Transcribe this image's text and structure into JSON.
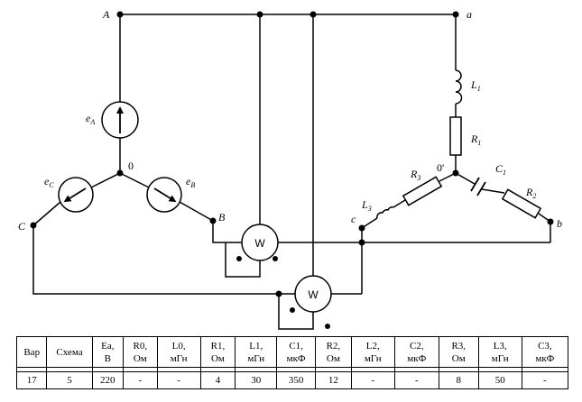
{
  "diagram": {
    "node_labels": {
      "A": "A",
      "B": "B",
      "C": "C",
      "a": "a",
      "b": "b",
      "c": "c",
      "neutral": "0",
      "load_neutral": "0'"
    },
    "source_labels": {
      "eA": "e",
      "eA_sub": "A",
      "eB": "e",
      "eB_sub": "B",
      "eC": "e",
      "eC_sub": "C"
    },
    "component_labels": {
      "L1": "L",
      "L1_sub": "1",
      "R1": "R",
      "R1_sub": "1",
      "C1": "C",
      "C1_sub": "1",
      "R2": "R",
      "R2_sub": "2",
      "R3": "R",
      "R3_sub": "3",
      "L3": "L",
      "L3_sub": "3"
    },
    "wattmeter_label": "W"
  },
  "table": {
    "headers": [
      [
        "Вар"
      ],
      [
        "Схема"
      ],
      [
        "Ea,",
        "В"
      ],
      [
        "R0,",
        "Ом"
      ],
      [
        "L0,",
        "мГн"
      ],
      [
        "R1,",
        "Ом"
      ],
      [
        "L1,",
        "мГн"
      ],
      [
        "C1,",
        "мкФ"
      ],
      [
        "R2,",
        "Ом"
      ],
      [
        "L2,",
        "мГн"
      ],
      [
        "C2,",
        "мкФ"
      ],
      [
        "R3,",
        "Ом"
      ],
      [
        "L3,",
        "мГн"
      ],
      [
        "C3,",
        "мкФ"
      ]
    ],
    "row": [
      "17",
      "5",
      "220",
      "-",
      "-",
      "4",
      "30",
      "350",
      "12",
      "-",
      "-",
      "8",
      "50",
      "-"
    ]
  }
}
